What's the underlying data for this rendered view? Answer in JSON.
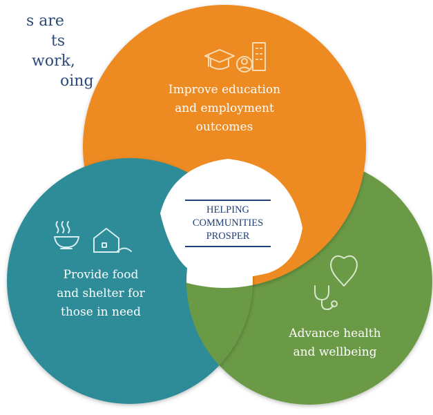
{
  "intro_fragment": {
    "lines": [
      "s are",
      "ts",
      "work,",
      "oing"
    ]
  },
  "circles": {
    "education": {
      "label_lines": [
        "Improve education",
        "and employment",
        "outcomes"
      ],
      "color": "#ee8a22",
      "icon": "graduation-cap-and-person-icon"
    },
    "food_shelter": {
      "label_lines": [
        "Provide food",
        "and shelter for",
        "those in need"
      ],
      "color": "#2f8c99",
      "icon": "bowl-and-house-icon"
    },
    "health": {
      "label_lines": [
        "Advance health",
        "and wellbeing"
      ],
      "color": "#6a9a45",
      "icon": "stethoscope-heart-icon"
    }
  },
  "center": {
    "lines": [
      "HELPING",
      "COMMUNITIES",
      "PROSPER"
    ],
    "color": "#1f3f78"
  }
}
